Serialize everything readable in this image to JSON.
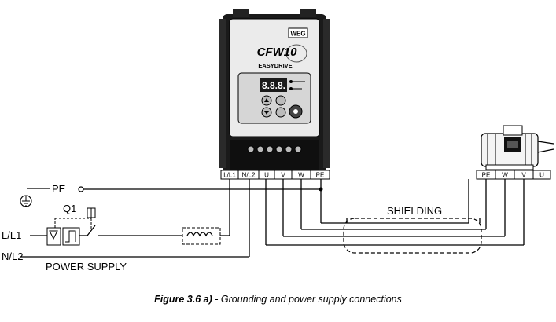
{
  "drive": {
    "brand": "WEG",
    "model": "CFW10",
    "subtitle": "EASYDRIVE",
    "display": "8.8.8.",
    "terminals": [
      "L/L1",
      "N/L2",
      "U",
      "V",
      "W",
      "PE"
    ]
  },
  "motor_terminals": [
    "PE",
    "W",
    "V",
    "U"
  ],
  "labels": {
    "pe": "PE",
    "q1": "Q1",
    "l1": "L/L1",
    "n2": "N/L2",
    "power_supply": "POWER SUPPLY",
    "shielding": "SHIELDING"
  },
  "caption": {
    "number": "Figure 3.6 a)",
    "text": " - Grounding and power supply connections"
  }
}
